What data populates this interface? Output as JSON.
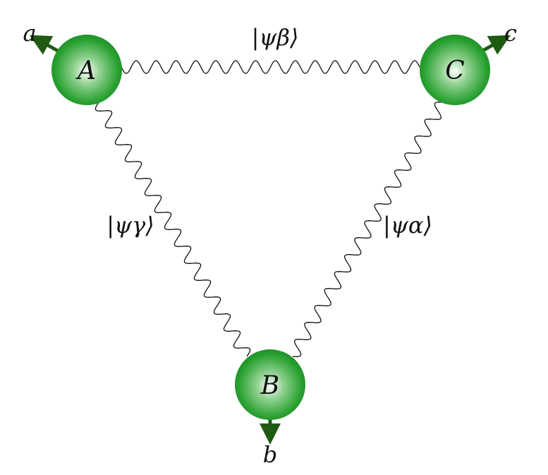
{
  "nodes": [
    {
      "id": "A",
      "label": "A",
      "output": "a"
    },
    {
      "id": "B",
      "label": "B",
      "output": "b"
    },
    {
      "id": "C",
      "label": "C",
      "output": "c"
    }
  ],
  "states": {
    "beta": "|ψβ⟩",
    "gamma": "|ψγ⟩",
    "alpha": "|ψα⟩"
  },
  "colors": {
    "node": "#1f9a2a",
    "arrow": "#1e5a12",
    "wave": "#111111"
  }
}
